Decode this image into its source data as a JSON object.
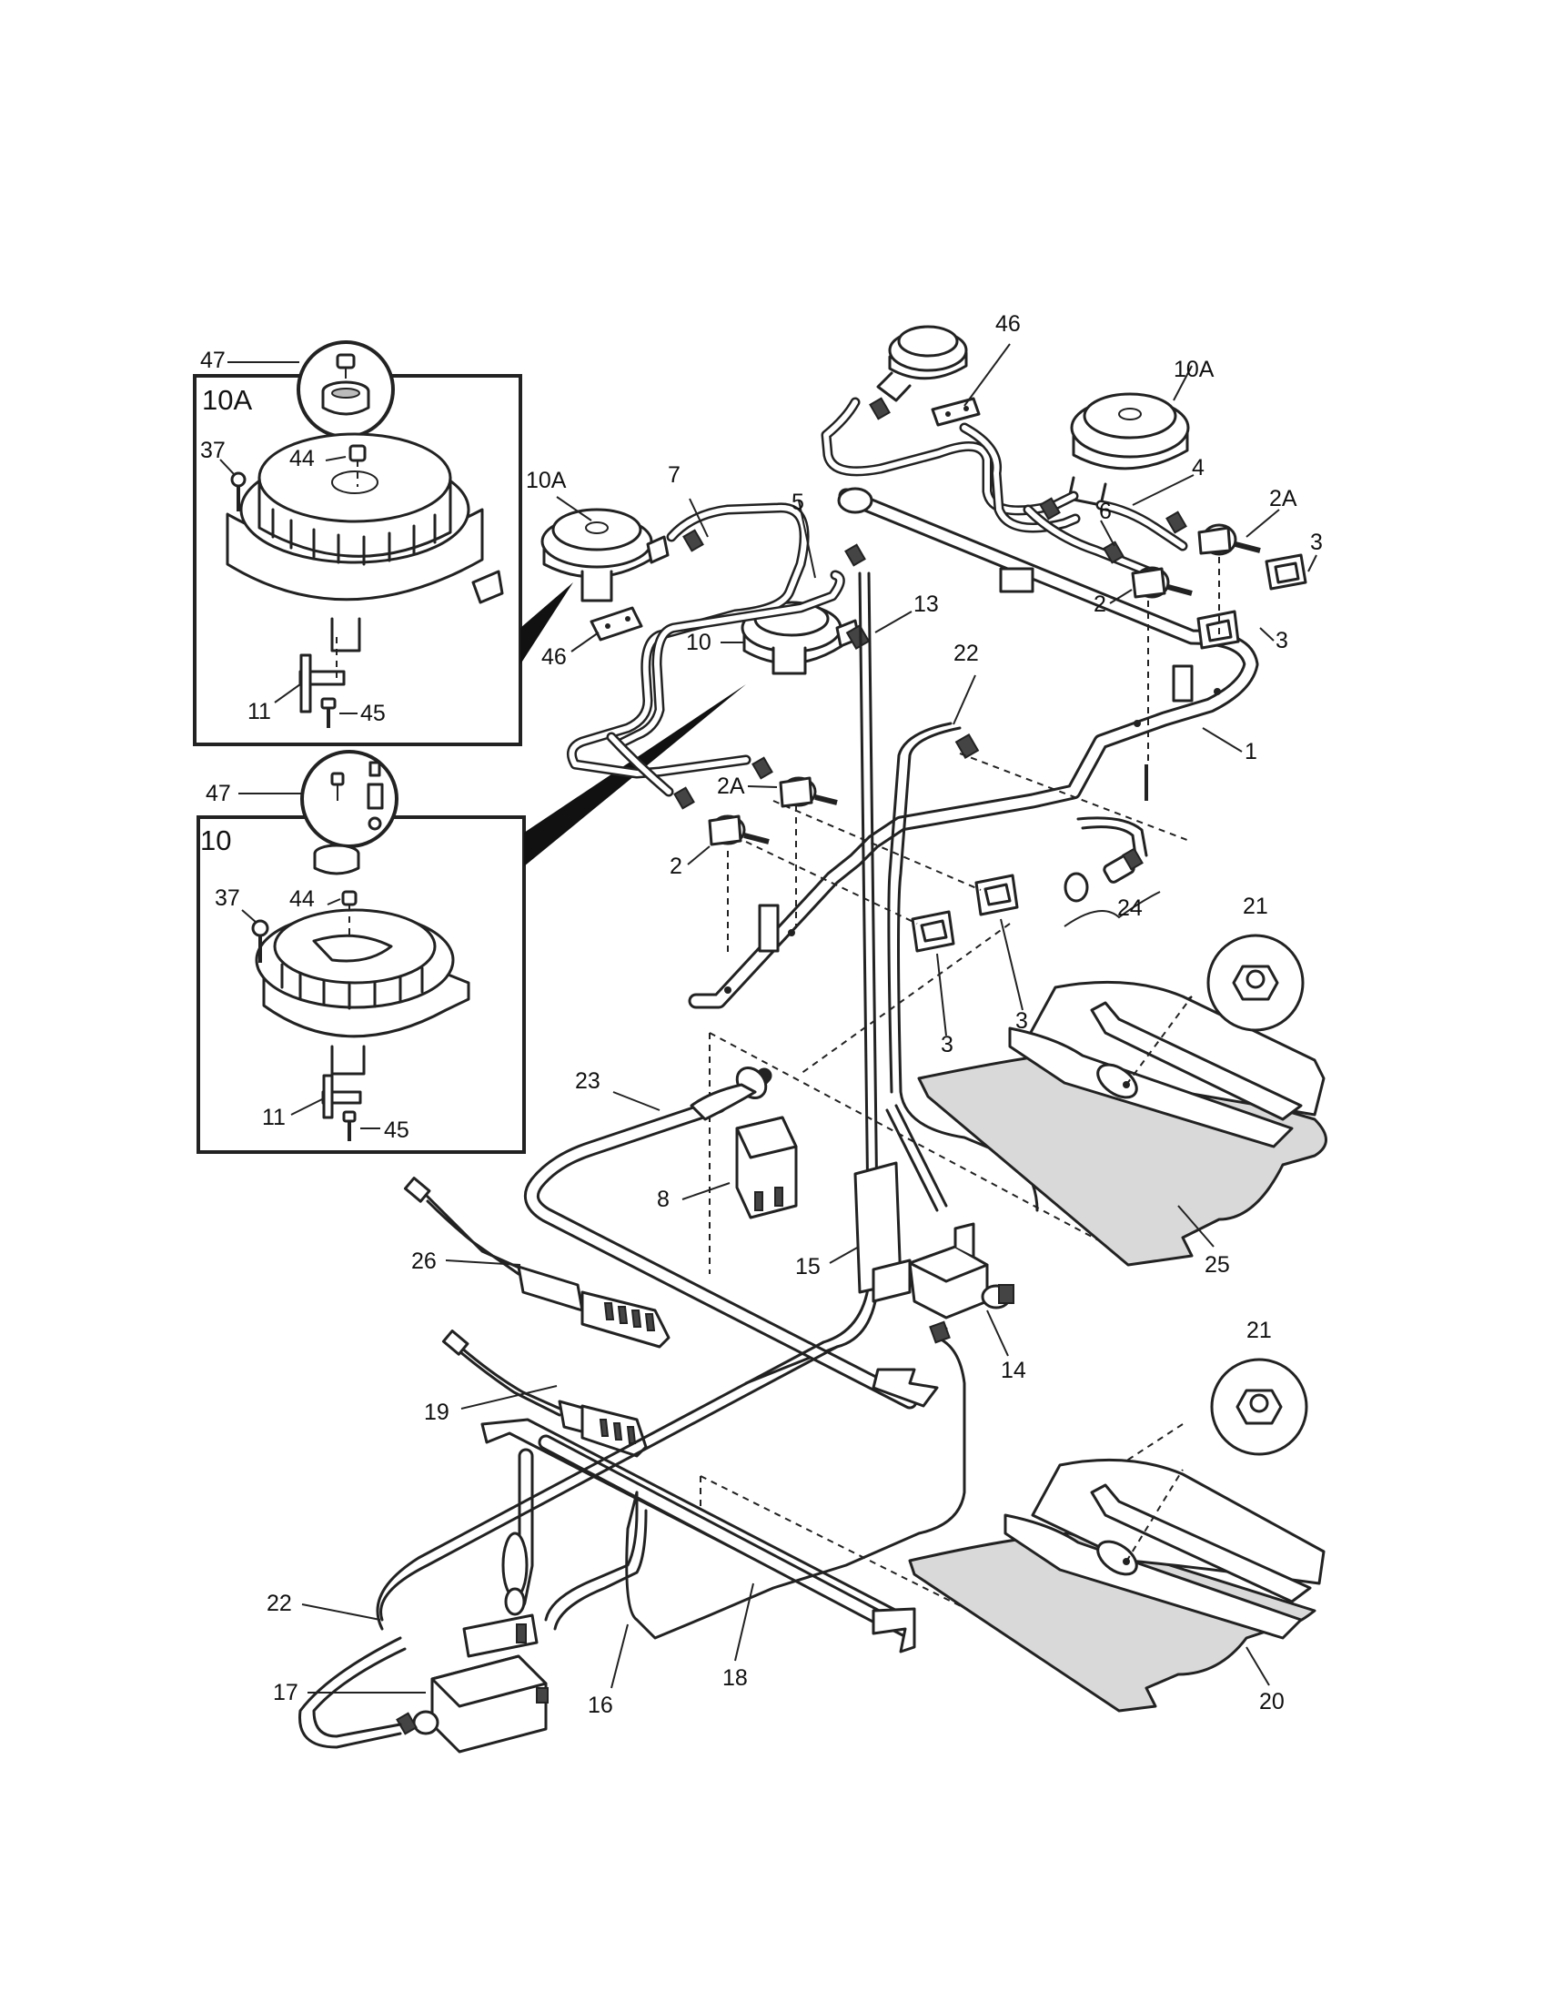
{
  "diagram": {
    "callouts": [
      {
        "key": "c47a",
        "text": "47"
      },
      {
        "key": "box10a",
        "text": "10A"
      },
      {
        "key": "c37a",
        "text": "37"
      },
      {
        "key": "c44a",
        "text": "44"
      },
      {
        "key": "c11a",
        "text": "11"
      },
      {
        "key": "c45a",
        "text": "45"
      },
      {
        "key": "c47b",
        "text": "47"
      },
      {
        "key": "box10",
        "text": "10"
      },
      {
        "key": "c37b",
        "text": "37"
      },
      {
        "key": "c44b",
        "text": "44"
      },
      {
        "key": "c11b",
        "text": "11"
      },
      {
        "key": "c45b",
        "text": "45"
      },
      {
        "key": "c10a_l",
        "text": "10A"
      },
      {
        "key": "c7",
        "text": "7"
      },
      {
        "key": "c5",
        "text": "5"
      },
      {
        "key": "c46_l",
        "text": "46"
      },
      {
        "key": "c10",
        "text": "10"
      },
      {
        "key": "c13",
        "text": "13"
      },
      {
        "key": "c46_r",
        "text": "46"
      },
      {
        "key": "c10a_r",
        "text": "10A"
      },
      {
        "key": "c4",
        "text": "4"
      },
      {
        "key": "c2a_r",
        "text": "2A"
      },
      {
        "key": "c6",
        "text": "6"
      },
      {
        "key": "c3_r1",
        "text": "3"
      },
      {
        "key": "c2_r",
        "text": "2"
      },
      {
        "key": "c3_r2",
        "text": "3"
      },
      {
        "key": "c22_t",
        "text": "22"
      },
      {
        "key": "c1",
        "text": "1"
      },
      {
        "key": "c2a_l",
        "text": "2A"
      },
      {
        "key": "c2_l",
        "text": "2"
      },
      {
        "key": "c24",
        "text": "24"
      },
      {
        "key": "c3_m1",
        "text": "3"
      },
      {
        "key": "c3_m2",
        "text": "3"
      },
      {
        "key": "c21_t",
        "text": "21"
      },
      {
        "key": "c23",
        "text": "23"
      },
      {
        "key": "c8",
        "text": "8"
      },
      {
        "key": "c15",
        "text": "15"
      },
      {
        "key": "c26",
        "text": "26"
      },
      {
        "key": "c14",
        "text": "14"
      },
      {
        "key": "c25",
        "text": "25"
      },
      {
        "key": "c21_b",
        "text": "21"
      },
      {
        "key": "c19",
        "text": "19"
      },
      {
        "key": "c22_b",
        "text": "22"
      },
      {
        "key": "c17",
        "text": "17"
      },
      {
        "key": "c16",
        "text": "16"
      },
      {
        "key": "c18",
        "text": "18"
      },
      {
        "key": "c20",
        "text": "20"
      }
    ]
  }
}
